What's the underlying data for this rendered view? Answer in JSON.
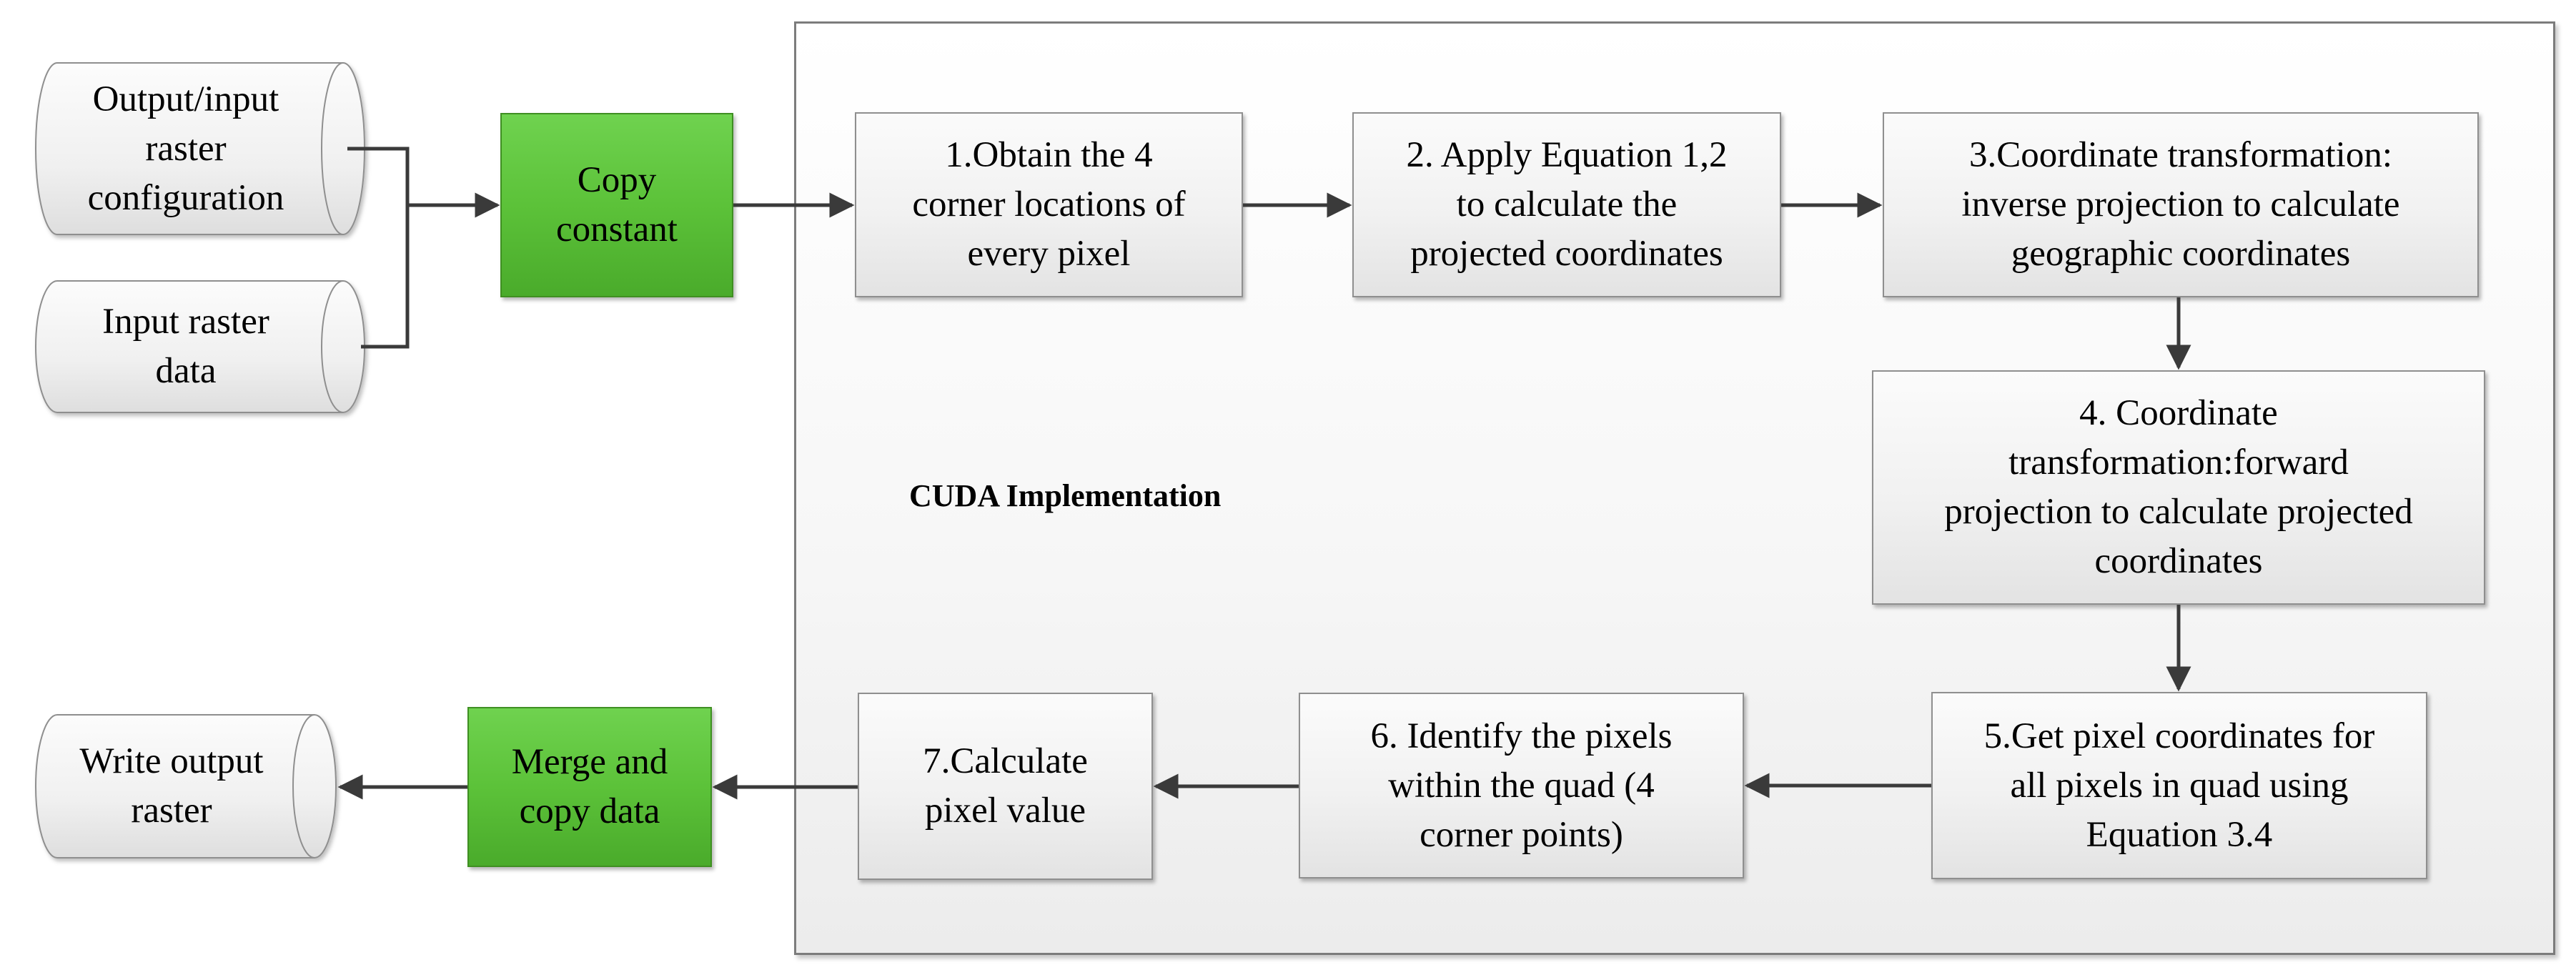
{
  "diagram": {
    "container": {
      "title": "CUDA Implementation"
    },
    "inputs": {
      "config": "Output/input\nraster\nconfiguration",
      "raster": "Input raster\ndata"
    },
    "output": "Write output\nraster",
    "copy_constant": "Copy\nconstant",
    "merge_copy": "Merge and\ncopy data",
    "steps": {
      "step1": "1.Obtain the 4\ncorner locations of\nevery pixel",
      "step2": "2. Apply Equation 1,2\nto calculate the\nprojected coordinates",
      "step3": "3.Coordinate transformation:\ninverse projection to calculate\ngeographic coordinates",
      "step4": "4. Coordinate\ntransformation:forward\nprojection to calculate projected\ncoordinates",
      "step5": "5.Get pixel coordinates for\nall pixels in quad using\nEquation 3.4",
      "step6": "6. Identify the pixels\nwithin the quad (4\ncorner points)",
      "step7": "7.Calculate\npixel value"
    },
    "colors": {
      "green_fill": "#5cc239",
      "box_fill": "#f1f1f1",
      "border": "#8f8f8f",
      "arrow": "#3a3a3a"
    }
  }
}
